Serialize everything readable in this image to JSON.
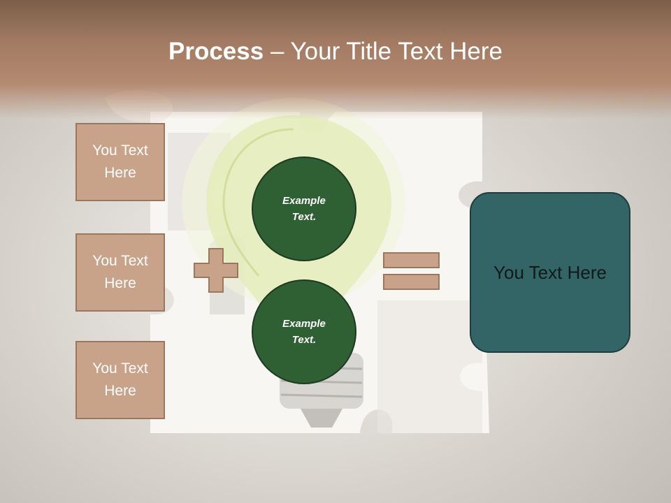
{
  "title": {
    "bold": "Process",
    "rest": " – Your Title Text Here"
  },
  "left_boxes": [
    {
      "label": "You Text Here"
    },
    {
      "label": "You Text Here"
    },
    {
      "label": "You Text Here"
    }
  ],
  "circles": [
    {
      "label": "Example Text."
    },
    {
      "label": "Example Text."
    }
  ],
  "result": {
    "label": "You Text Here"
  },
  "colors": {
    "title_band": "#a27a62",
    "side_box": "#c9a28a",
    "circle": "#2f6034",
    "result_box": "#336466",
    "operator": "#c9a28a"
  },
  "icons": {
    "plus": "plus-icon",
    "equals": "equals-icon"
  }
}
